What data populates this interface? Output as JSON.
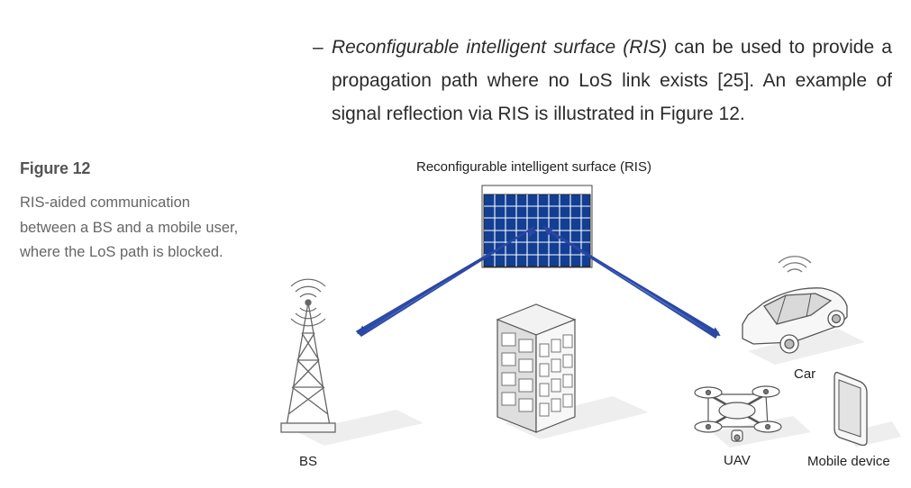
{
  "body_text": {
    "dash": "–",
    "ris_term": "Reconfigurable intelligent surface (RIS)",
    "rest": " can be used to provide a propagation path where no LoS link exists [25]. An example of signal reflection via RIS is illustrated in Figure 12."
  },
  "figure": {
    "number": "Figure 12",
    "caption": "RIS-aided communication between a BS and a mobile user, where the LoS path is blocked.",
    "labels": {
      "ris": "Reconfigurable intelligent surface (RIS)",
      "bs": "BS",
      "car": "Car",
      "uav": "UAV",
      "mobile": "Mobile device"
    }
  },
  "colors": {
    "ris_panel": "#123f93",
    "beam": "#3a5cb8"
  },
  "icons": [
    "base-station-tower-icon",
    "building-icon",
    "car-icon",
    "uav-drone-icon",
    "mobile-device-icon",
    "wifi-signal-icon"
  ]
}
